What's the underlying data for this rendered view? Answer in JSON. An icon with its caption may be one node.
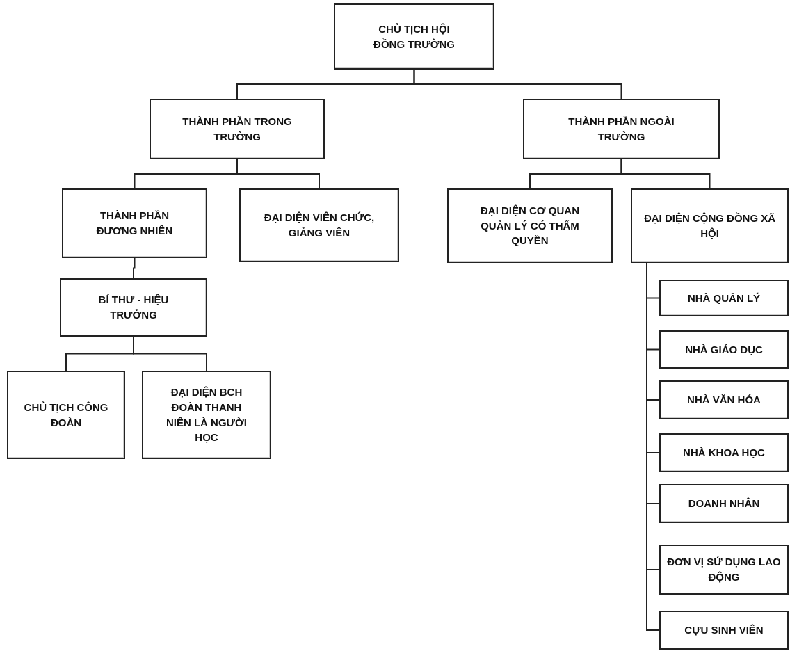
{
  "diagram": {
    "nodes": [
      {
        "text": [
          "CHỦ TỊCH HỘI ĐỒNG TRƯỜNG"
        ]
      },
      {
        "text": [
          "THÀNH PHẦN TRONG TRƯỜNG"
        ]
      },
      {
        "text": [
          "THÀNH PHẦN NGOÀI TRƯỜNG"
        ]
      },
      {
        "text": [
          "THÀNH PHẦN ĐƯƠNG NHIÊN"
        ]
      },
      {
        "text": [
          "ĐẠI DIỆN VIÊN CHỨC, GIẢNG VIÊN"
        ]
      },
      {
        "text": [
          "ĐẠI DIỆN CƠ QUAN QUẢN LÝ CÓ THẨM QUYỀN"
        ]
      },
      {
        "text": [
          "ĐẠI DIỆN CỘNG ĐỒNG XÃ HỘI"
        ]
      },
      {
        "text": [
          "BÍ THƯ - HIỆU TRƯỞNG"
        ]
      },
      {
        "text": [
          "CHỦ TỊCH CÔNG ĐOÀN"
        ]
      },
      {
        "text": [
          "ĐẠI DIỆN BCH ĐOÀN THANH NIÊN LÀ NGƯỜI HỌC"
        ]
      },
      {
        "text": [
          "NHÀ QUẢN LÝ"
        ]
      },
      {
        "text": [
          "NHÀ GIÁO DỤC"
        ]
      },
      {
        "text": [
          "NHÀ VĂN HÓA"
        ]
      },
      {
        "text": [
          "NHÀ KHOA HỌC"
        ]
      },
      {
        "text": [
          "DOANH NHÂN"
        ]
      },
      {
        "text": [
          "ĐƠN VỊ SỬ DỤNG LAO ĐỘNG"
        ]
      },
      {
        "text": [
          "CỰU SINH VIÊN"
        ]
      }
    ],
    "edges": [
      {
        "from": 0,
        "to": 1,
        "arrow": "none"
      },
      {
        "from": 0,
        "to": 2,
        "arrow": "none"
      },
      {
        "from": 1,
        "to": 3,
        "arrow": "none"
      },
      {
        "from": 1,
        "to": 4,
        "arrow": "none"
      },
      {
        "from": 2,
        "to": 5,
        "arrow": "none"
      },
      {
        "from": 2,
        "to": 6,
        "arrow": "none"
      },
      {
        "from": 3,
        "to": 7,
        "arrow": "none"
      },
      {
        "from": 7,
        "to": 8,
        "arrow": "none"
      },
      {
        "from": 7,
        "to": 9,
        "arrow": "none"
      },
      {
        "from": 6,
        "to": 10,
        "arrow": "none"
      },
      {
        "from": 6,
        "to": 11,
        "arrow": "none"
      },
      {
        "from": 6,
        "to": 12,
        "arrow": "none"
      },
      {
        "from": 6,
        "to": 13,
        "arrow": "none"
      },
      {
        "from": 6,
        "to": 14,
        "arrow": "none"
      },
      {
        "from": 6,
        "to": 15,
        "arrow": "none"
      },
      {
        "from": 6,
        "to": 16,
        "arrow": "none"
      }
    ]
  }
}
